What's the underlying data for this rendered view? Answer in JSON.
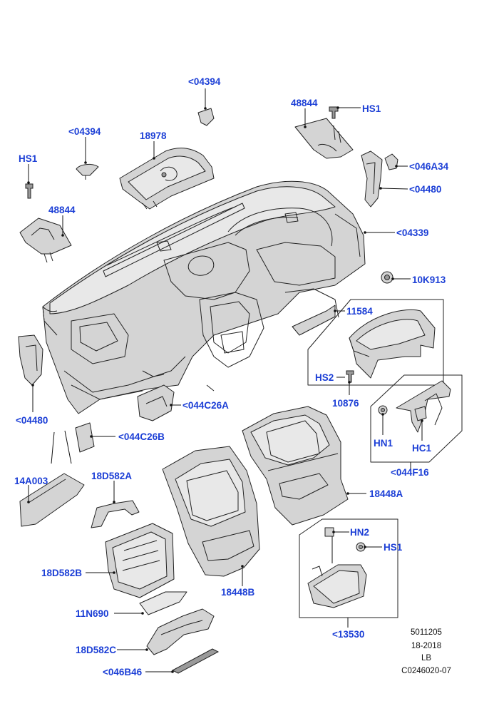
{
  "labels": {
    "l04394_top": "<04394",
    "l48844_top": "48844",
    "lHS1_top": "HS1",
    "l04394_left": "<04394",
    "l18978": "18978",
    "lHS1_left": "HS1",
    "l046A34": "<046A34",
    "l04480_right": "<04480",
    "l48844_left": "48844",
    "l04339": "<04339",
    "l10K913": "10K913",
    "l11584": "11584",
    "lHS2": "HS2",
    "l10876": "10876",
    "l044C26A": "<044C26A",
    "l04480_left": "<04480",
    "l044C26B": "<044C26B",
    "lHN1": "HN1",
    "lHC1": "HC1",
    "l044F16": "<044F16",
    "l14A003": "14A003",
    "l18D582A": "18D582A",
    "l18448A": "18448A",
    "lHN2": "HN2",
    "lHS1_bottom": "HS1",
    "l18D582B": "18D582B",
    "l18448B": "18448B",
    "l11N690": "11N690",
    "l13530": "<13530",
    "l18D582C": "18D582C",
    "l046B46": "<046B46"
  },
  "footer": {
    "line1": "5011205",
    "line2": "18-2018",
    "line3": "LB",
    "line4": "C0246020-07"
  },
  "colors": {
    "label": "#1c3fd6",
    "line": "#222222",
    "part_fill": "#d4d4d4"
  }
}
